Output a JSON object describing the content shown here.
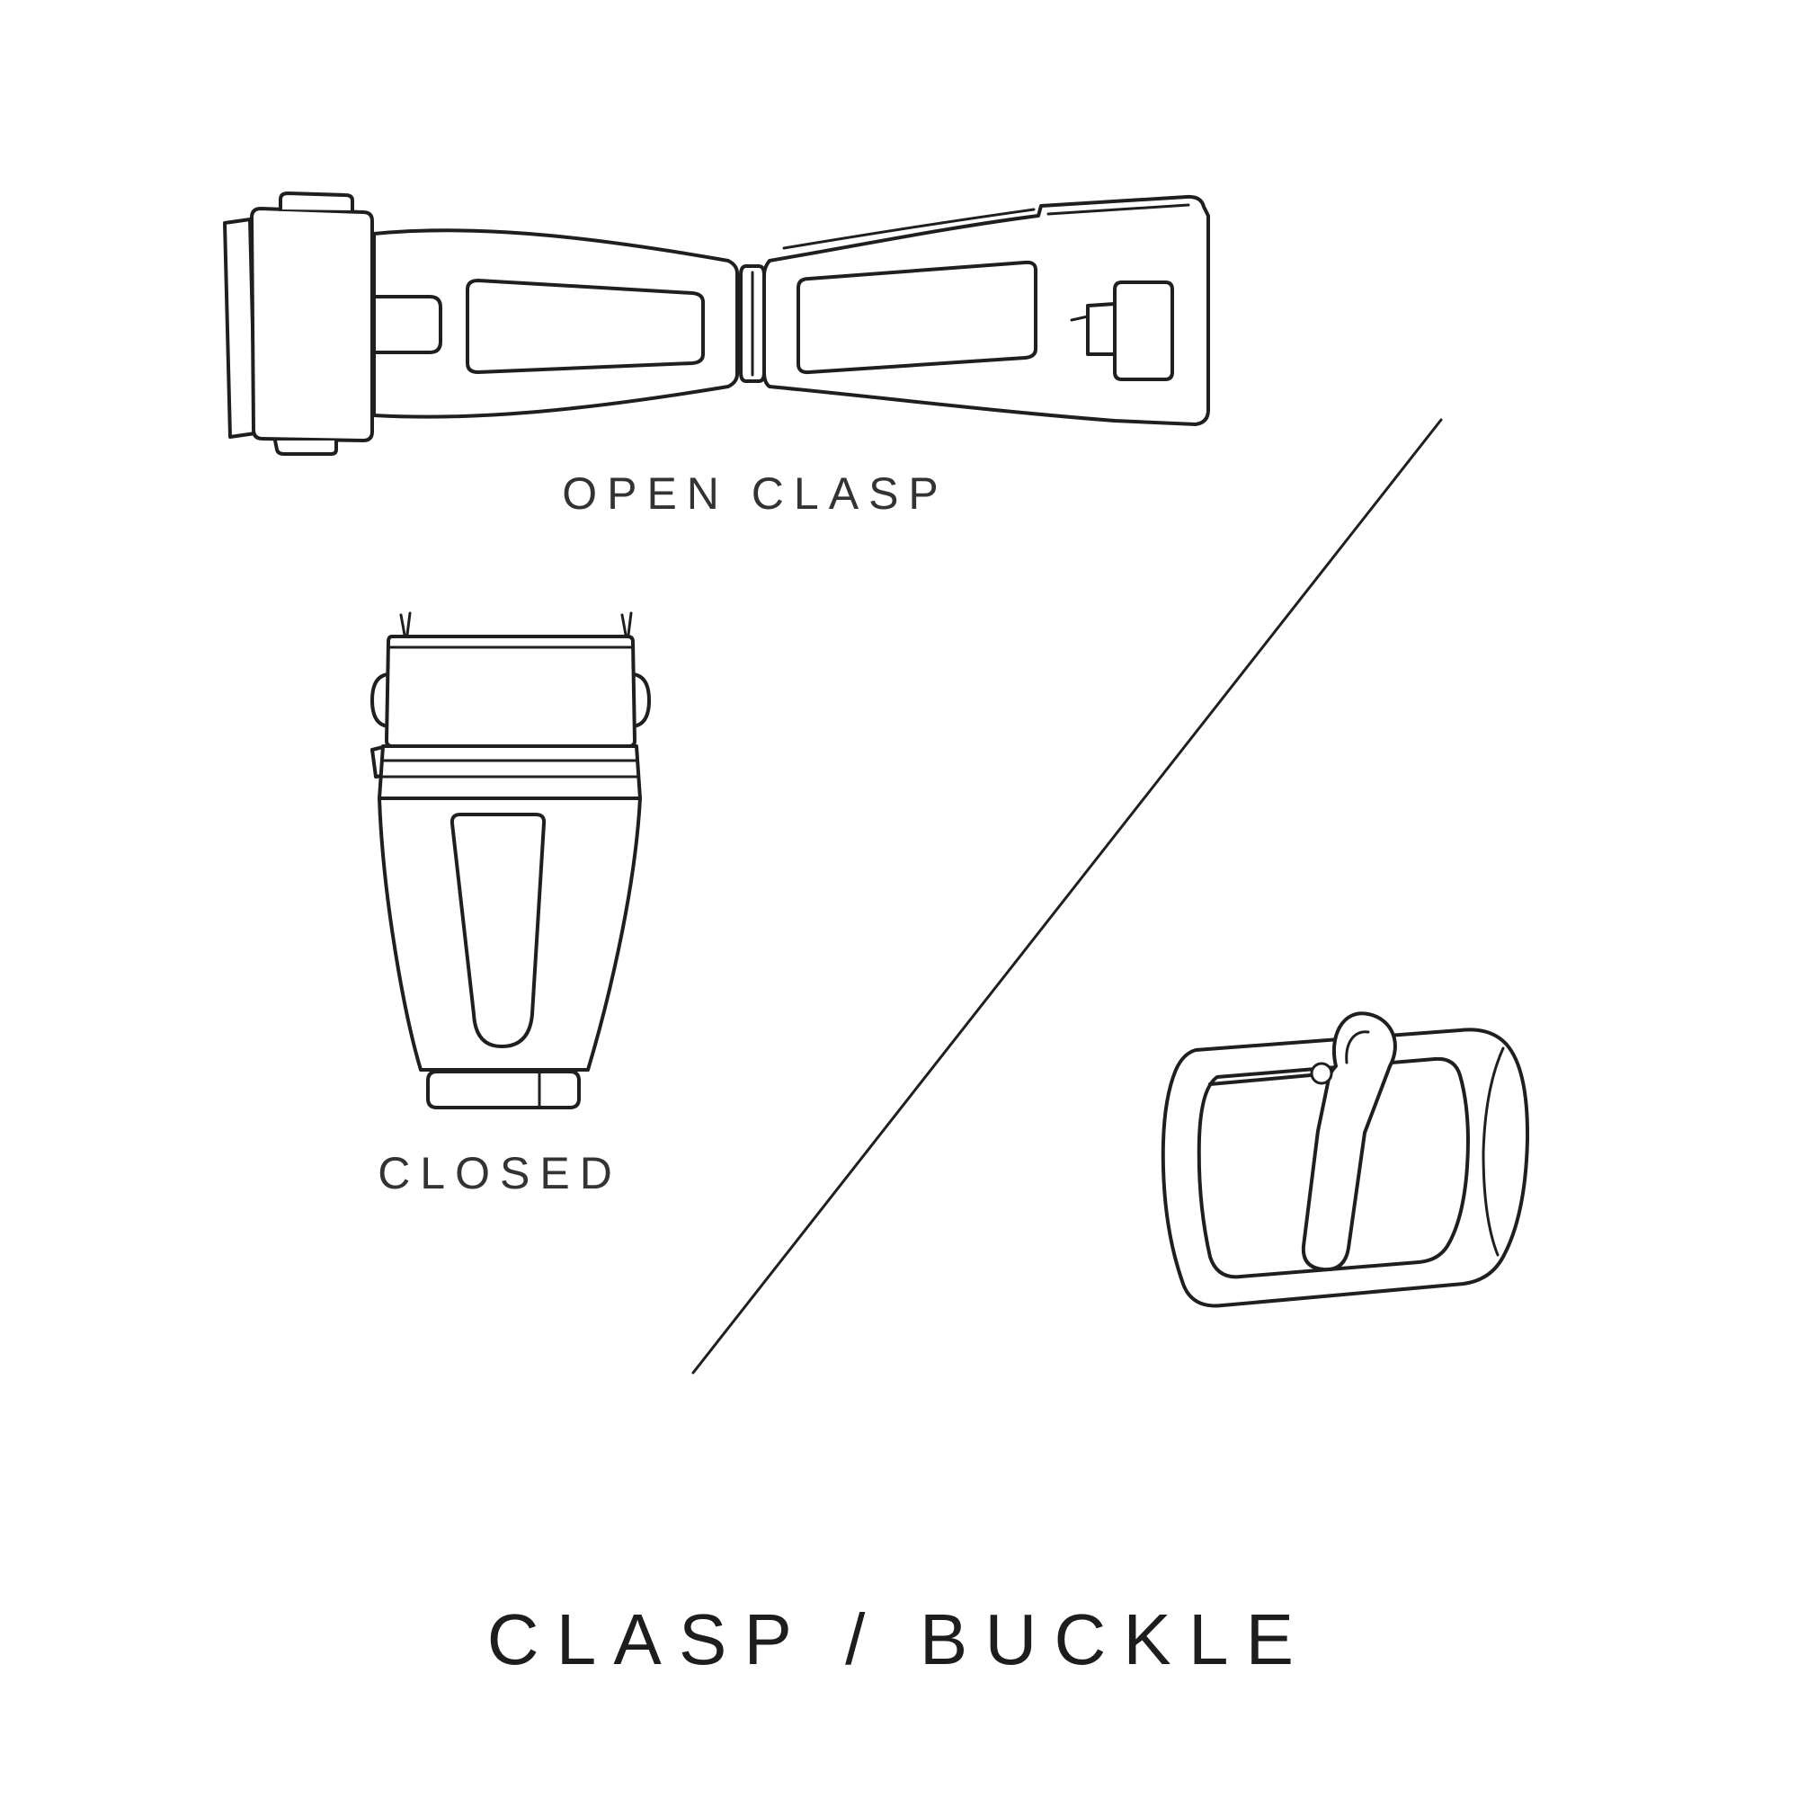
{
  "canvas": {
    "background": "#ffffff",
    "ink": "#1f1f1f",
    "text_color": "#333333"
  },
  "figure": {
    "title": "CLASP / BUCKLE",
    "sections": {
      "open_clasp_label": "OPEN CLASP",
      "closed_label": "CLOSED"
    },
    "illustrations": {
      "open_clasp": "open-deployant-clasp-top-view",
      "closed_clasp": "closed-clasp-front-view",
      "buckle": "tang-buckle-perspective-view"
    },
    "divider": "diagonal-line"
  }
}
